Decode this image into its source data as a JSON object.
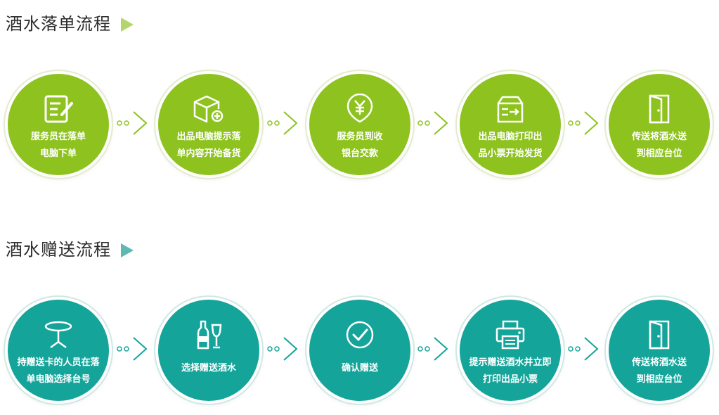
{
  "sections": [
    {
      "title": "酒水落单流程",
      "steps": [
        {
          "line1": "服务员在落单",
          "line2": "电脑下单",
          "icon": "edit-note-icon"
        },
        {
          "line1": "出品电脑提示落",
          "line2": "单内容开始备货",
          "icon": "package-add-icon"
        },
        {
          "line1": "服务员到收",
          "line2": "银台交款",
          "icon": "yuan-payment-icon"
        },
        {
          "line1": "出品电脑打印出",
          "line2": "品小票开始发货",
          "icon": "delivery-box-icon"
        },
        {
          "line1": "传送将酒水送",
          "line2": "到相应台位",
          "icon": "door-icon"
        }
      ]
    },
    {
      "title": "酒水赠送流程",
      "steps": [
        {
          "line1": "持赠送卡的人员在落",
          "line2": "单电脑选择台号",
          "icon": "table-icon"
        },
        {
          "line1": "选择赠送酒水",
          "line2": "",
          "icon": "wine-bottle-glass-icon"
        },
        {
          "line1": "确认赠送",
          "line2": "",
          "icon": "check-circle-icon"
        },
        {
          "line1": "提示赠送酒水并立即",
          "line2": "打印出品小票",
          "icon": "printer-icon"
        },
        {
          "line1": "传送将酒水送",
          "line2": "到相应台位",
          "icon": "door-icon"
        }
      ]
    }
  ],
  "colors": {
    "section1_circle": "#8dc21f",
    "section1_accent": "#b3d66a",
    "section2_circle": "#15a49a",
    "section2_accent": "#5fb8b4"
  }
}
